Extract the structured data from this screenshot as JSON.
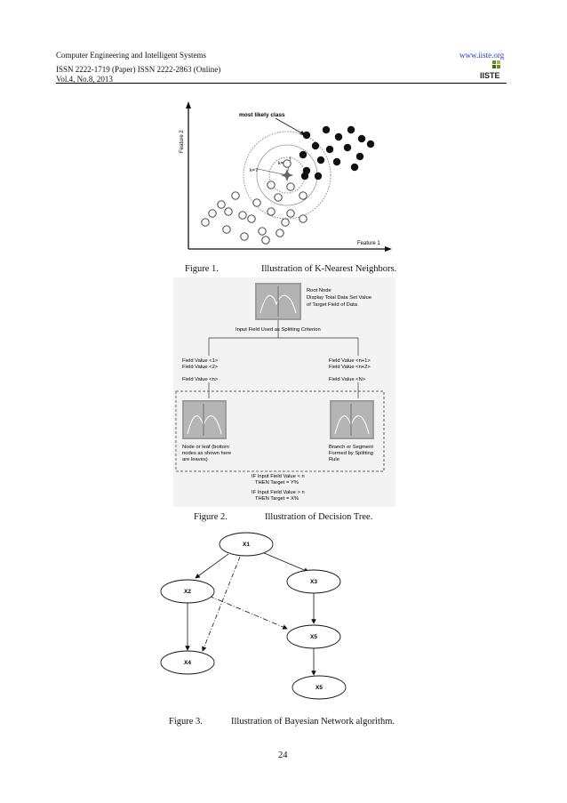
{
  "header": {
    "journal": "Computer Engineering and Intelligent Systems",
    "issn": "ISSN 2222-1719 (Paper) ISSN 2222-2863 (Online)",
    "volume": "Vol.4, No.8, 2013",
    "website": "www.iiste.org",
    "logo_text": "IISTE"
  },
  "figure1": {
    "caption_label": "Figure 1.",
    "caption_text": "Illustration of K-Nearest Neighbors.",
    "xlabel": "Feature 1",
    "ylabel": "Feature 2",
    "annotation": "most likely class",
    "k_inner": "k=3",
    "k_outer": "k=7"
  },
  "figure2": {
    "caption_label": "Figure 2.",
    "caption_text": "Illustration of Decision Tree.",
    "root_node": [
      "Root Node",
      "Display Total Data Set Value",
      "of Target Field of Data"
    ],
    "split_label": "Input Field Used as Splitting Criterion",
    "left_values": [
      "Field Value <1>",
      "Field Value <2>",
      "Field Value <n>"
    ],
    "right_values": [
      "Field Value <n+1>",
      "Field Value <n+2>",
      "Field Value <N>"
    ],
    "leaf_label": [
      "Node or leaf (bottom",
      "nodes as shown here",
      "are leaves)"
    ],
    "branch_label": [
      "Branch or Segment",
      "Formed by Splitting",
      "Rule"
    ],
    "rules": [
      "IF  Input Field Value < n",
      "THEN Target = Y%",
      "IF  Input Field Value > n",
      "THEN Target = X%"
    ]
  },
  "figure3": {
    "caption_label": "Figure 3.",
    "caption_text": "Illustration of  Bayesian Network algorithm.",
    "nodes": [
      "X1",
      "X2",
      "X3",
      "X4",
      "X5",
      "X5"
    ]
  },
  "footer": {
    "page_number": "24"
  }
}
